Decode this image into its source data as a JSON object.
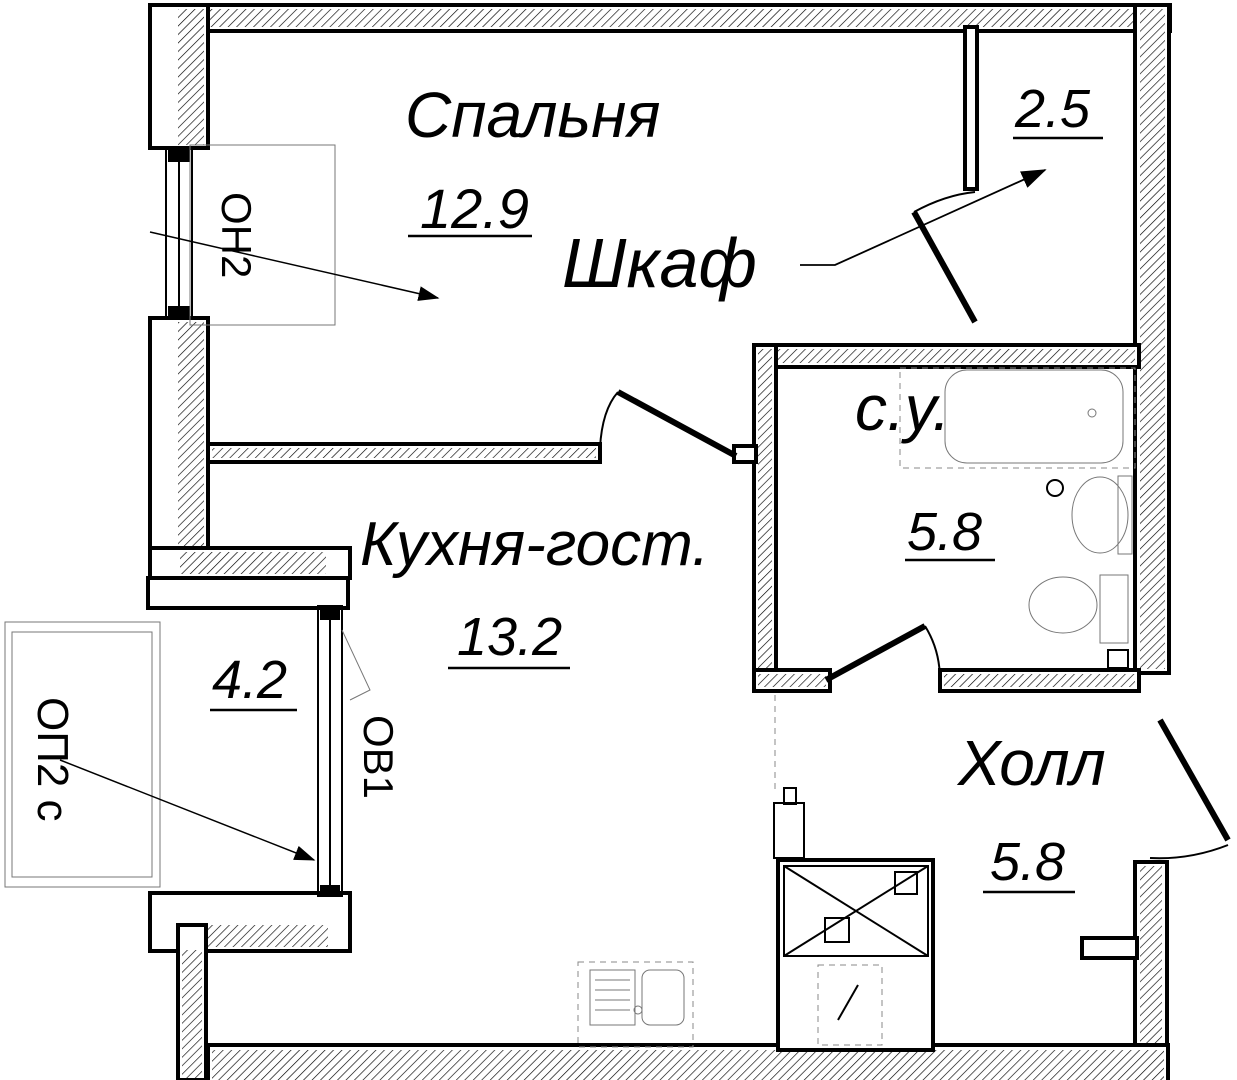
{
  "rooms": {
    "bedroom": {
      "name": "Спальня",
      "area": "12.9"
    },
    "closet": {
      "area": "2.5",
      "callout": "Шкаф"
    },
    "bathroom": {
      "name": "с.у.",
      "area": "5.8"
    },
    "kitchen_living": {
      "name": "Кухня-гост.",
      "area": "13.2"
    },
    "loggia": {
      "area": "4.2"
    },
    "hall": {
      "name": "Холл",
      "area": "5.8"
    }
  },
  "openings": {
    "window_bedroom": "ОН2",
    "door_balcony": "ОВ1",
    "window_loggia": "ОП2 с"
  }
}
